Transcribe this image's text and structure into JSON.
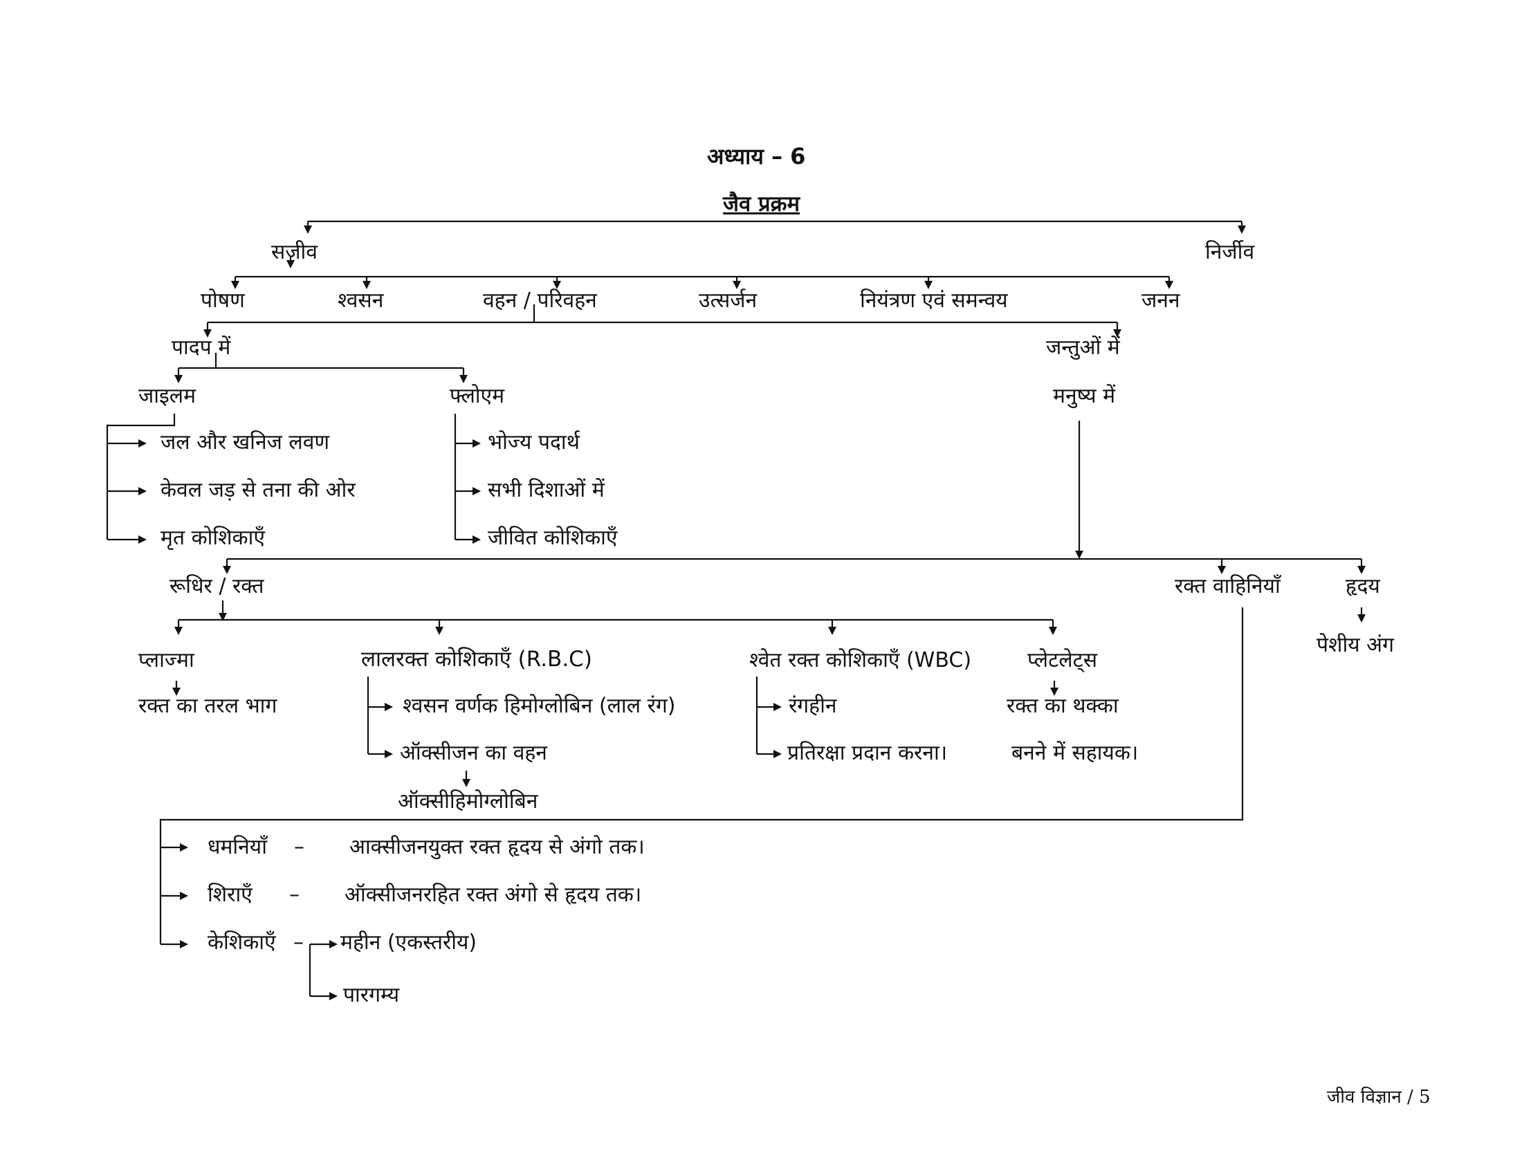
{
  "chapter_title": "अध्याय – 6",
  "heading": "जैव प्रक्रम",
  "root": {
    "living": "सजीव",
    "nonliving": "निर्जीव"
  },
  "processes": [
    "पोषण",
    "श्वसन",
    "वहन / परिवहन",
    "उत्सर्जन",
    "नियंत्रण एवं समन्वय",
    "जनन"
  ],
  "transport": {
    "in_plants": "पादप में",
    "in_animals": "जन्तुओं में"
  },
  "plants": {
    "xylem": "जाइलम",
    "phloem": "फ्लोएम",
    "xylem_items": [
      "जल और खनिज लवण",
      "केवल जड़ से तना की ओर",
      "मृत कोशिकाएँ"
    ],
    "phloem_items": [
      "भोज्य पदार्थ",
      "सभी दिशाओं में",
      "जीवित कोशिकाएँ"
    ]
  },
  "human": {
    "label": "मनुष्य में",
    "blood": "रूधिर / रक्त",
    "vessels": "रक्त वाहिनियाँ",
    "heart": "हृदय",
    "heart_desc": "पेशीय अंग"
  },
  "blood_components": {
    "plasma": "प्लाज्मा",
    "plasma_desc": "रक्त का तरल भाग",
    "rbc": "लालरक्त कोशिकाएँ (R.B.C)",
    "rbc_items": [
      "श्वसन वर्णक हिमोग्लोबिन (लाल रंग)",
      "ऑक्सीजन का वहन"
    ],
    "rbc_result": "ऑक्सीहिमोग्लोबिन",
    "wbc": "श्वेत रक्त कोशिकाएँ (WBC)",
    "wbc_items": [
      "रंगहीन",
      "प्रतिरक्षा प्रदान करना।"
    ],
    "platelets": "प्लेटलेट्स",
    "platelet_desc_1": "रक्त का थक्का",
    "platelet_desc_2": "बनने में सहायक।"
  },
  "vessel_types": [
    {
      "name": "धमनियाँ",
      "dash": "–",
      "desc": "आक्सीजनयुक्त रक्त हृदय से अंगो तक।"
    },
    {
      "name": "शिराएँ",
      "dash": "–",
      "desc": "ऑक्सीजनरहित रक्त अंगो से हृदय तक।"
    },
    {
      "name": "केशिकाएँ",
      "dash": "–"
    }
  ],
  "capillary_items": [
    "महीन (एकस्तरीय)",
    "पारगम्य"
  ],
  "footer": "जीव विज्ञान / 5"
}
